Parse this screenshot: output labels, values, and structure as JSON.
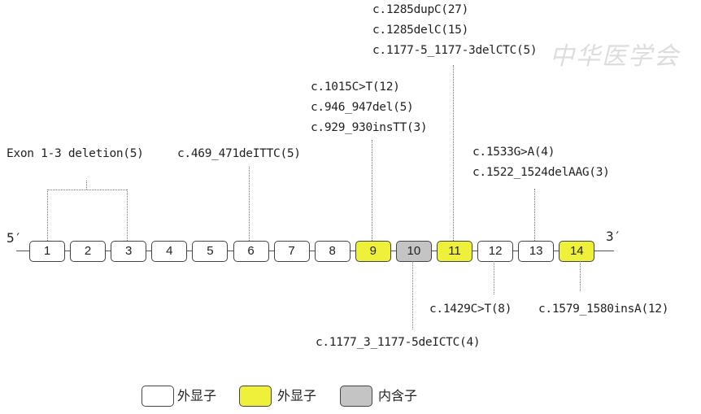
{
  "watermark": "中华医学会",
  "ends": {
    "five": "5′",
    "three": "3′"
  },
  "exons": [
    {
      "label": "1",
      "color": "#ffffff"
    },
    {
      "label": "2",
      "color": "#ffffff"
    },
    {
      "label": "3",
      "color": "#ffffff"
    },
    {
      "label": "4",
      "color": "#ffffff"
    },
    {
      "label": "5",
      "color": "#ffffff"
    },
    {
      "label": "6",
      "color": "#ffffff"
    },
    {
      "label": "7",
      "color": "#ffffff"
    },
    {
      "label": "8",
      "color": "#ffffff"
    },
    {
      "label": "9",
      "color": "#eef03a"
    },
    {
      "label": "10",
      "color": "#c4c4c4"
    },
    {
      "label": "11",
      "color": "#eef03a"
    },
    {
      "label": "12",
      "color": "#ffffff"
    },
    {
      "label": "13",
      "color": "#ffffff"
    },
    {
      "label": "14",
      "color": "#eef03a"
    }
  ],
  "annotations": {
    "exon1_3": [
      "Exon 1-3 deletion(5)"
    ],
    "exon6": [
      "c.469_471deITTC(5)"
    ],
    "exon9": [
      "c.1015C>T(12)",
      "c.946_947del(5)",
      "c.929_930insTT(3)"
    ],
    "exon11": [
      "c.1285dupC(27)",
      "c.1285delC(15)",
      "c.1177-5_1177-3delCTC(5)"
    ],
    "exon13": [
      "c.1533G>A(4)",
      "c.1522_1524delAAG(3)"
    ],
    "intron10": [
      "c.1177_3_1177-5deICTC(4)"
    ],
    "exon12": [
      "c.1429C>T(8)"
    ],
    "exon14": [
      "c.1579_1580insA(12)"
    ]
  },
  "legend": [
    {
      "label": "外显子",
      "color": "#ffffff"
    },
    {
      "label": "外显子",
      "color": "#eef03a"
    },
    {
      "label": "内含子",
      "color": "#c4c4c4"
    }
  ]
}
